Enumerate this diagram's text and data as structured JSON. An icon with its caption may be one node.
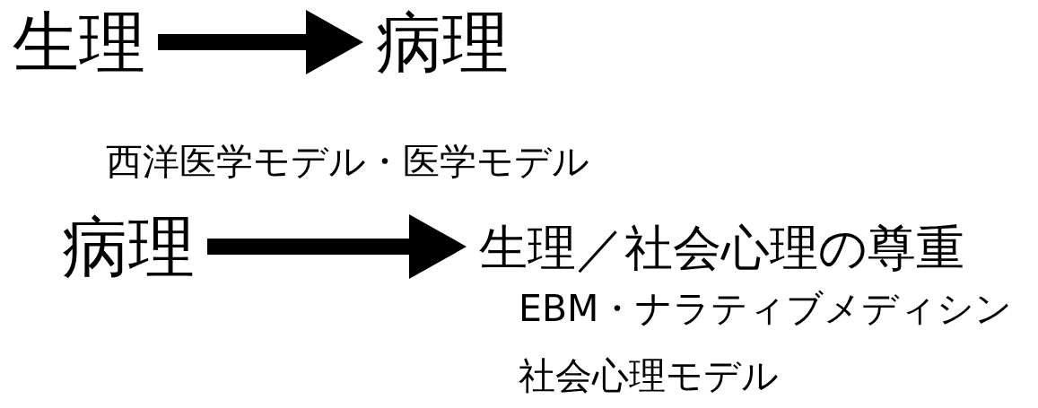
{
  "diagram": {
    "nodes": [
      {
        "text": [
          "生理"
        ]
      },
      {
        "text": [
          "病理"
        ]
      },
      {
        "text": [
          "病理"
        ]
      },
      {
        "text": [
          "生理／社会心理の尊重"
        ]
      }
    ],
    "edges": [
      {
        "from": 0,
        "to": 1,
        "arrow": "to"
      },
      {
        "from": 2,
        "to": 3,
        "arrow": "to"
      }
    ],
    "labels": [
      "西洋医学モデル・医学モデル",
      "EBM・ナラティブメディシン",
      "社会心理モデル"
    ]
  }
}
